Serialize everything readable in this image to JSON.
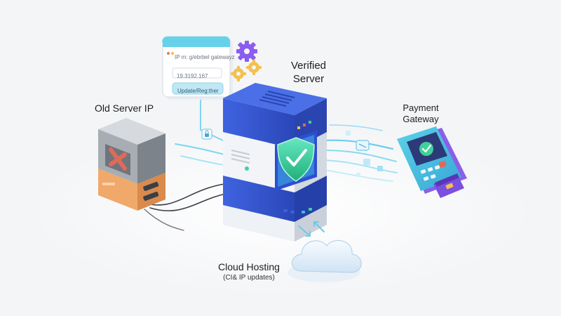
{
  "labels": {
    "old_server": "Old Server IP",
    "verified_server_line1": "Verified",
    "verified_server_line2": "Server",
    "payment_gateway_line1": "Payment",
    "payment_gateway_line2": "Gateway",
    "cloud_hosting": "Cloud Hosting",
    "cloud_hosting_sub": "(CI& IP updates)"
  },
  "config_panel": {
    "field_label": "IP m: g/ebrbel gatewayz",
    "ip_value": "19.3192.167",
    "button_label": "Update/Reg:ther"
  },
  "icons": [
    "gear-icon",
    "shield-check-icon",
    "x-mark-icon",
    "check-icon",
    "cloud-icon",
    "card-icon",
    "lock-icon"
  ],
  "colors": {
    "accent_blue": "#3e5fd9",
    "cyan": "#5cc8e8",
    "shield_green": "#3fd19a",
    "error_red": "#e06a5a",
    "purple": "#7b4fe0",
    "gear_yellow": "#f2c14e"
  }
}
